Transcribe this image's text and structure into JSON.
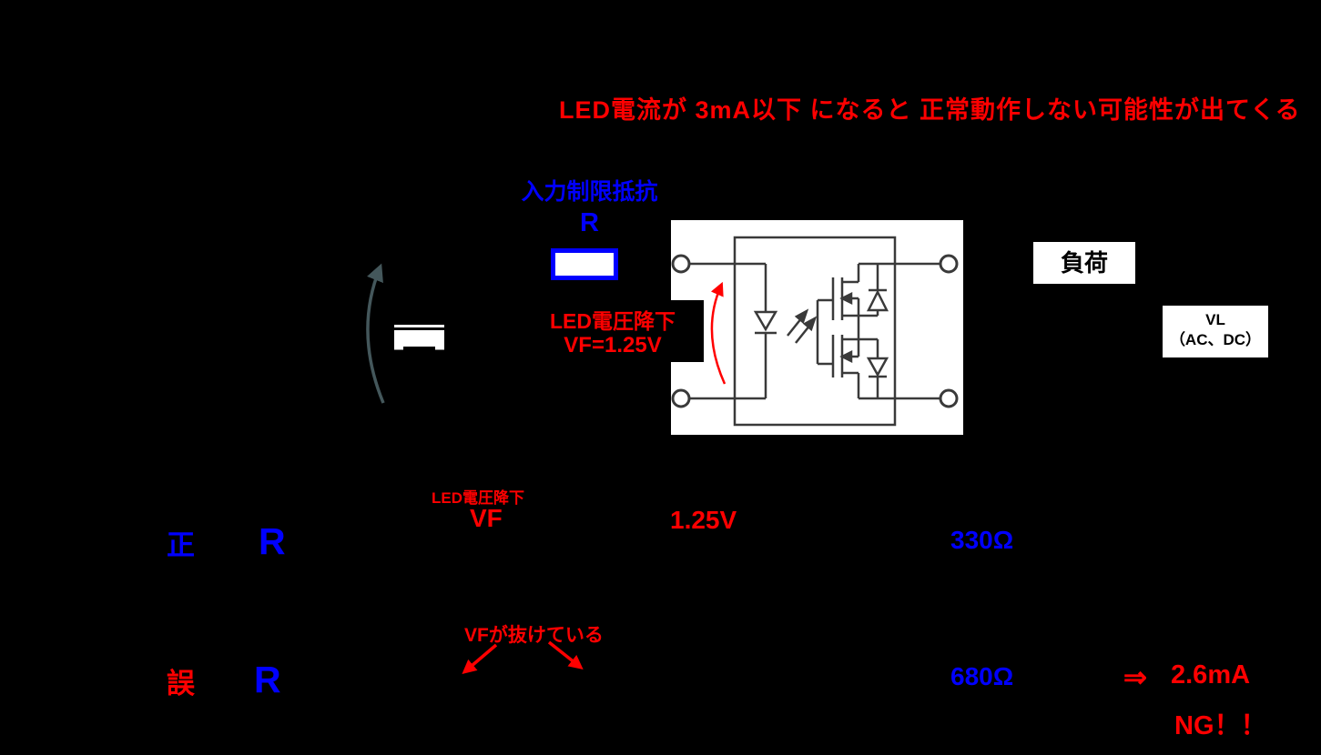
{
  "slide": {
    "warning": "LED電流が 3mA以下 になると 正常動作しない可能性が出てくる"
  },
  "input_resistor": {
    "label": "入力制限抵抗",
    "symbol": "R"
  },
  "photorelay": {
    "led_drop_line1": "LED電圧降下",
    "led_drop_line2": "VF=1.25V"
  },
  "load": {
    "label": "負荷"
  },
  "supply": {
    "line1": "VL",
    "line2": "（AC、DC）"
  },
  "correct_row": {
    "label": "正",
    "resistor": "R",
    "vf_caption": "LED電圧降下",
    "vf_symbol": "VF",
    "vf_value": "1.25V",
    "result": "330Ω"
  },
  "wrong_row": {
    "label": "誤",
    "resistor": "R",
    "annotation": "VFが抜けている",
    "result": "680Ω",
    "arrow": "⇒",
    "current": "2.6mA",
    "verdict": "NG！！"
  },
  "colors": {
    "background": "#000000",
    "red": "#FF0000",
    "blue": "#0000FF",
    "circuit_line": "#3A3A3A",
    "gray_arrow": "#44575B",
    "white": "#FFFFFF"
  }
}
